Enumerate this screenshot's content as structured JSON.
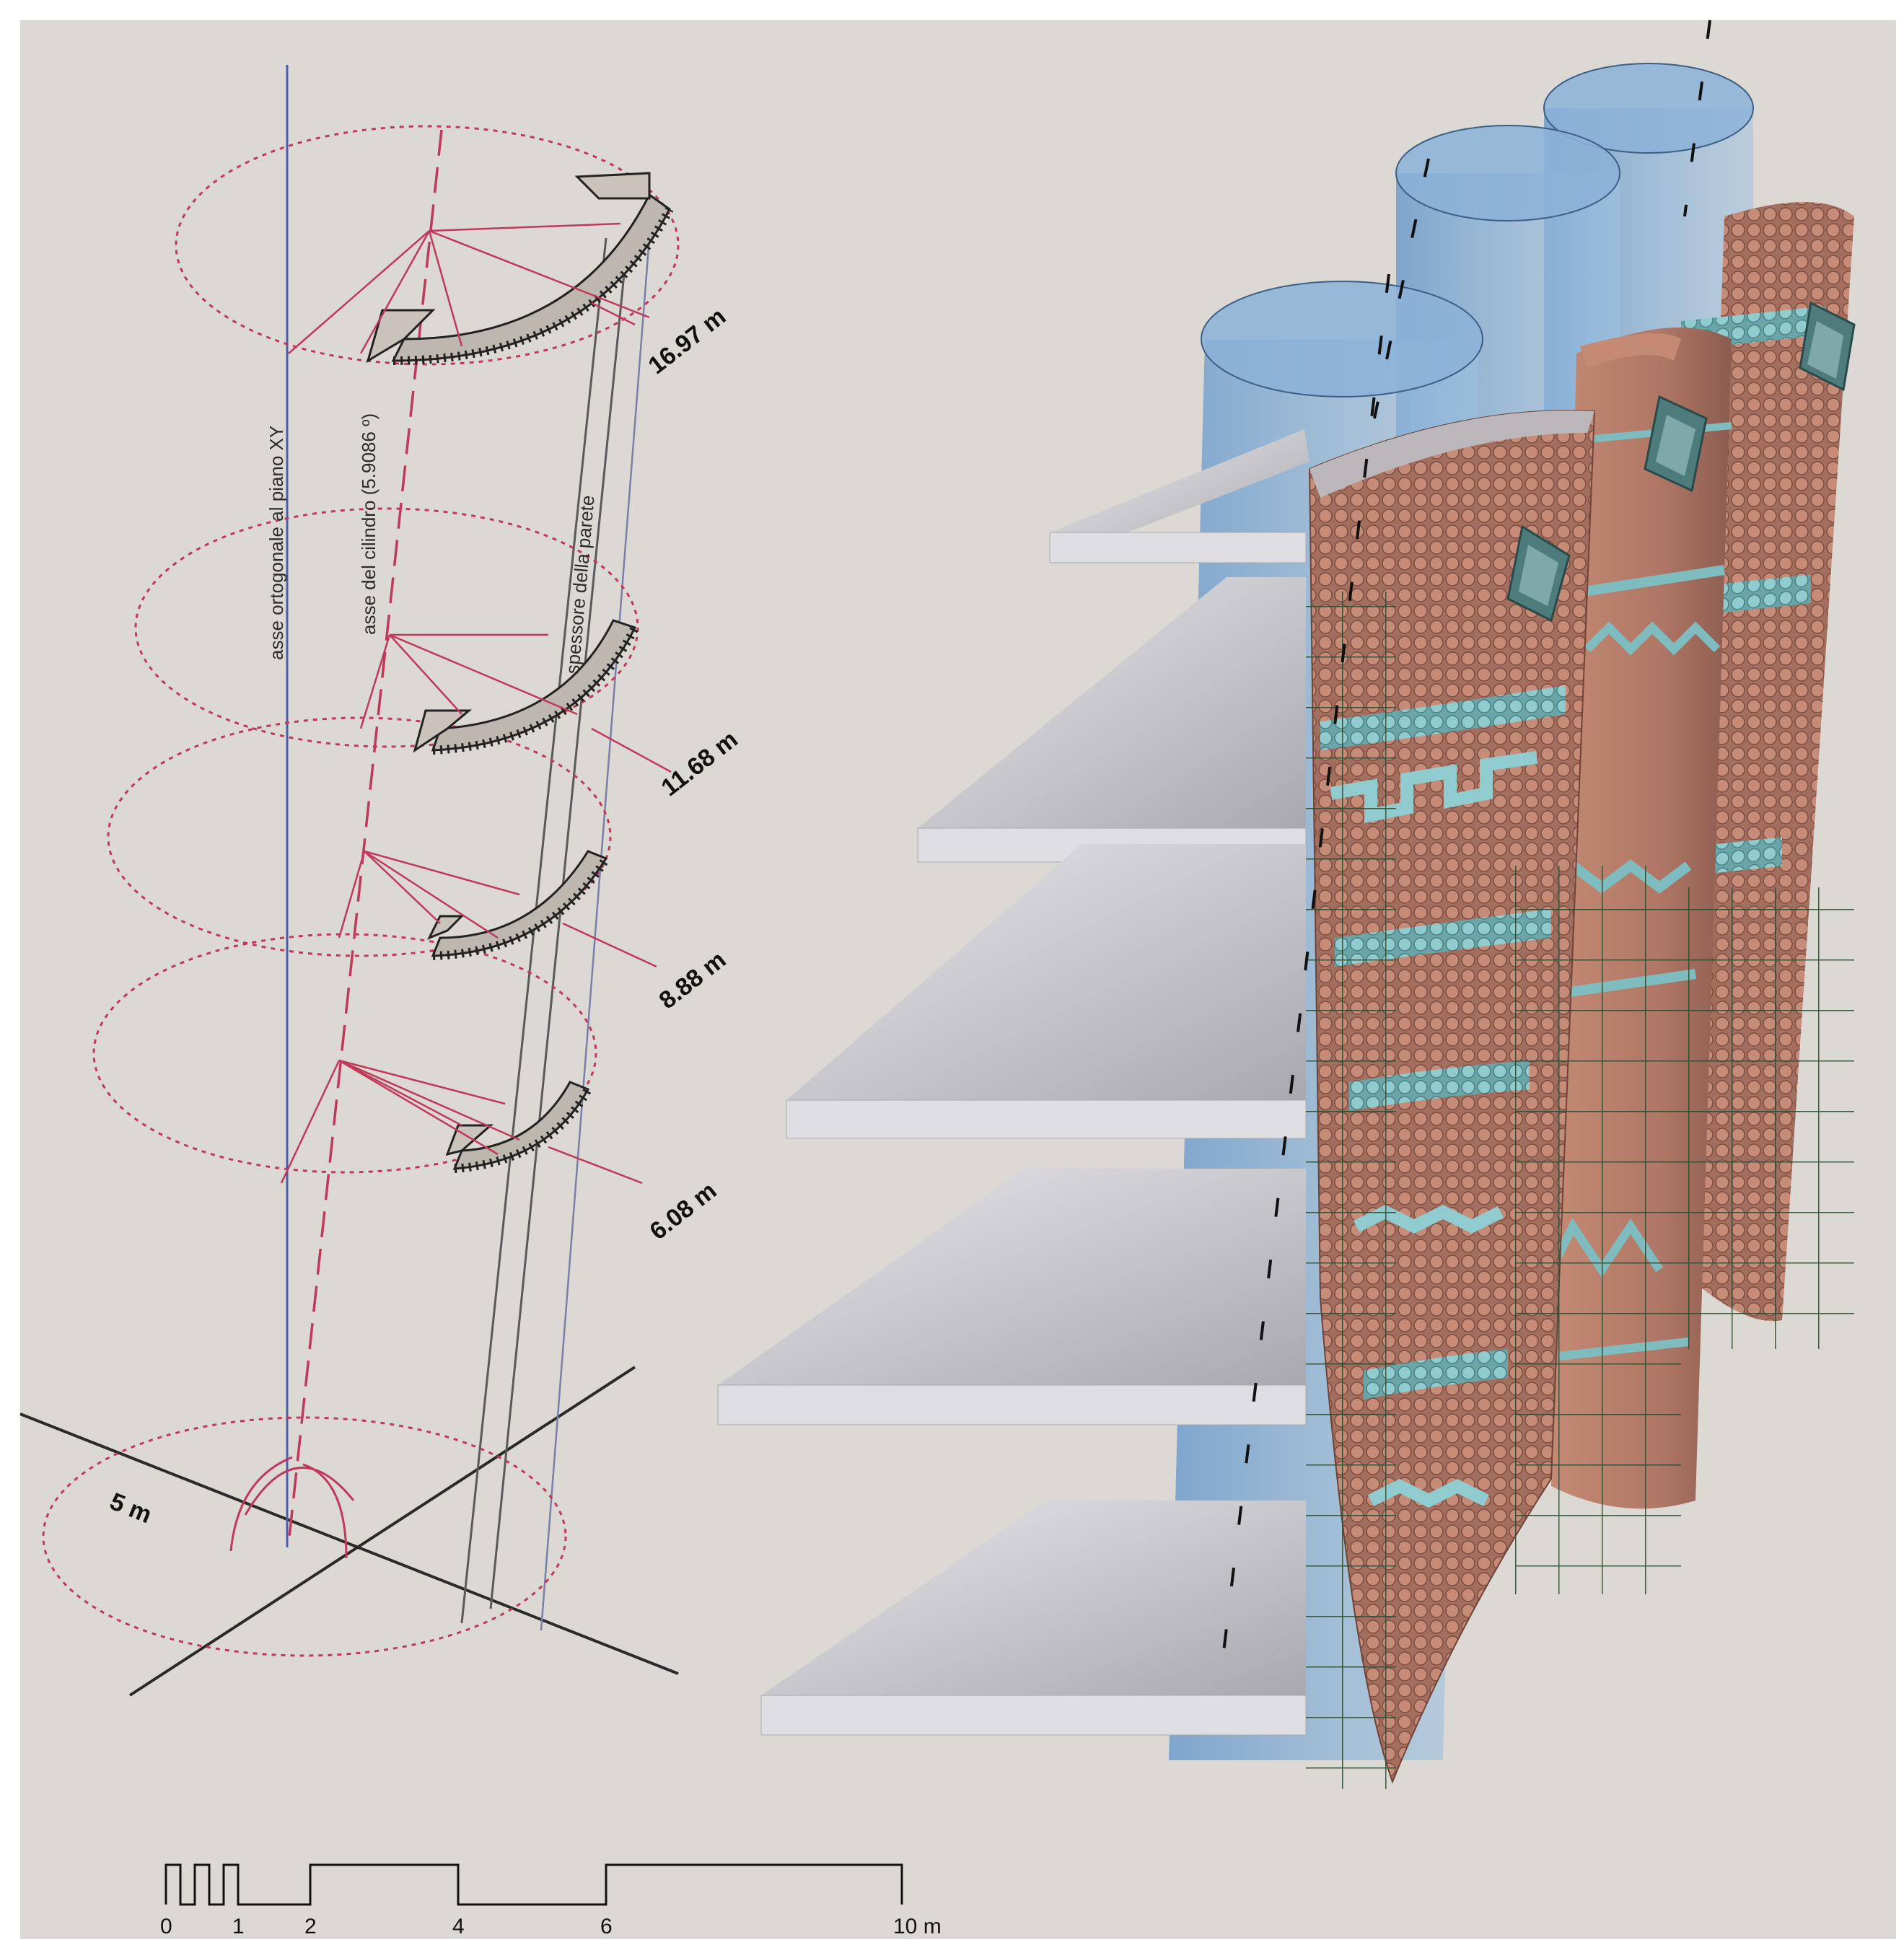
{
  "diagram": {
    "background": "#dcd9d4",
    "colors": {
      "construction_red": "#c0395a",
      "axis_blue": "#4a5fa8",
      "pencil_grey": "#5a5a5a",
      "glass_blue": "#6f9cc9",
      "terracotta": "#b87c6a",
      "tile_teal": "#7fbcc0",
      "slab": "#c9c7cc",
      "grid_green": "#2e4a30"
    },
    "axis_labels": {
      "xy": "asse ortogonale al piano XY",
      "cylinder": "asse del cilindro (5.9086 º)",
      "wall": "spessore della parete"
    },
    "heights": [
      "16.97 m",
      "11.68 m",
      "8.88 m",
      "6.08 m"
    ],
    "base_radius": "5 m",
    "scale_bar": {
      "ticks": [
        "0",
        "1",
        "2",
        "4",
        "6",
        "10 m"
      ]
    }
  }
}
